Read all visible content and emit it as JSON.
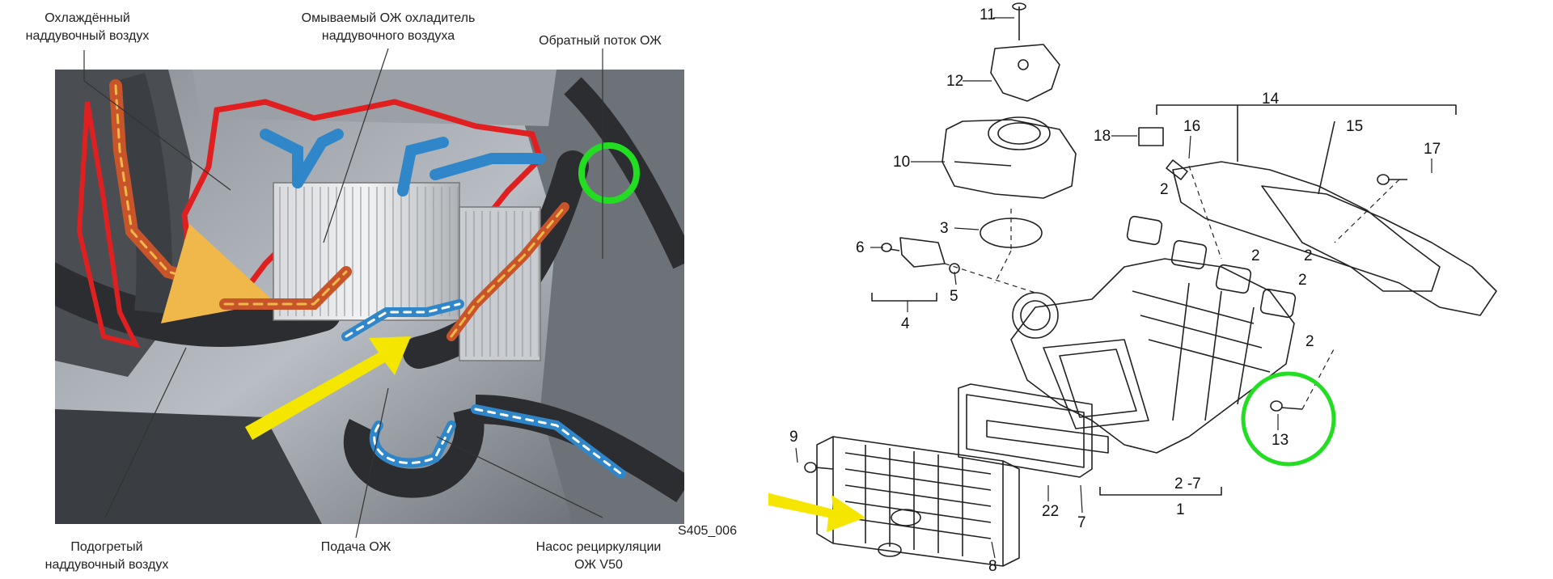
{
  "left_panel": {
    "labels": {
      "cooled_air_line1": "Охлаждённый",
      "cooled_air_line2": "наддувочный воздух",
      "cooler_line1": "Омываемый ОЖ охладитель",
      "cooler_line2": "наддувочного воздуха",
      "return_flow": "Обратный поток ОЖ",
      "heated_air_line1": "Подогретый",
      "heated_air_line2": "наддувочный воздух",
      "coolant_supply": "Подача ОЖ",
      "pump_line1": "Насос рециркуляции",
      "pump_line2": "ОЖ V50",
      "figure_code": "S405_006"
    },
    "colors": {
      "hot_flow": "#c8552a",
      "cold_flow": "#2f86c9",
      "highlight": "#22dd22",
      "pointer": "#f5e600",
      "frame": "#e02020"
    }
  },
  "right_panel": {
    "part_numbers": [
      "11",
      "12",
      "10",
      "18",
      "16",
      "14",
      "15",
      "17",
      "2",
      "2",
      "2",
      "2",
      "2",
      "3",
      "6",
      "5",
      "4",
      "9",
      "22",
      "7",
      "8",
      "13",
      "2 -7",
      "1"
    ],
    "colors": {
      "highlight": "#22dd22",
      "pointer": "#f5e600",
      "line": "#222222"
    }
  }
}
